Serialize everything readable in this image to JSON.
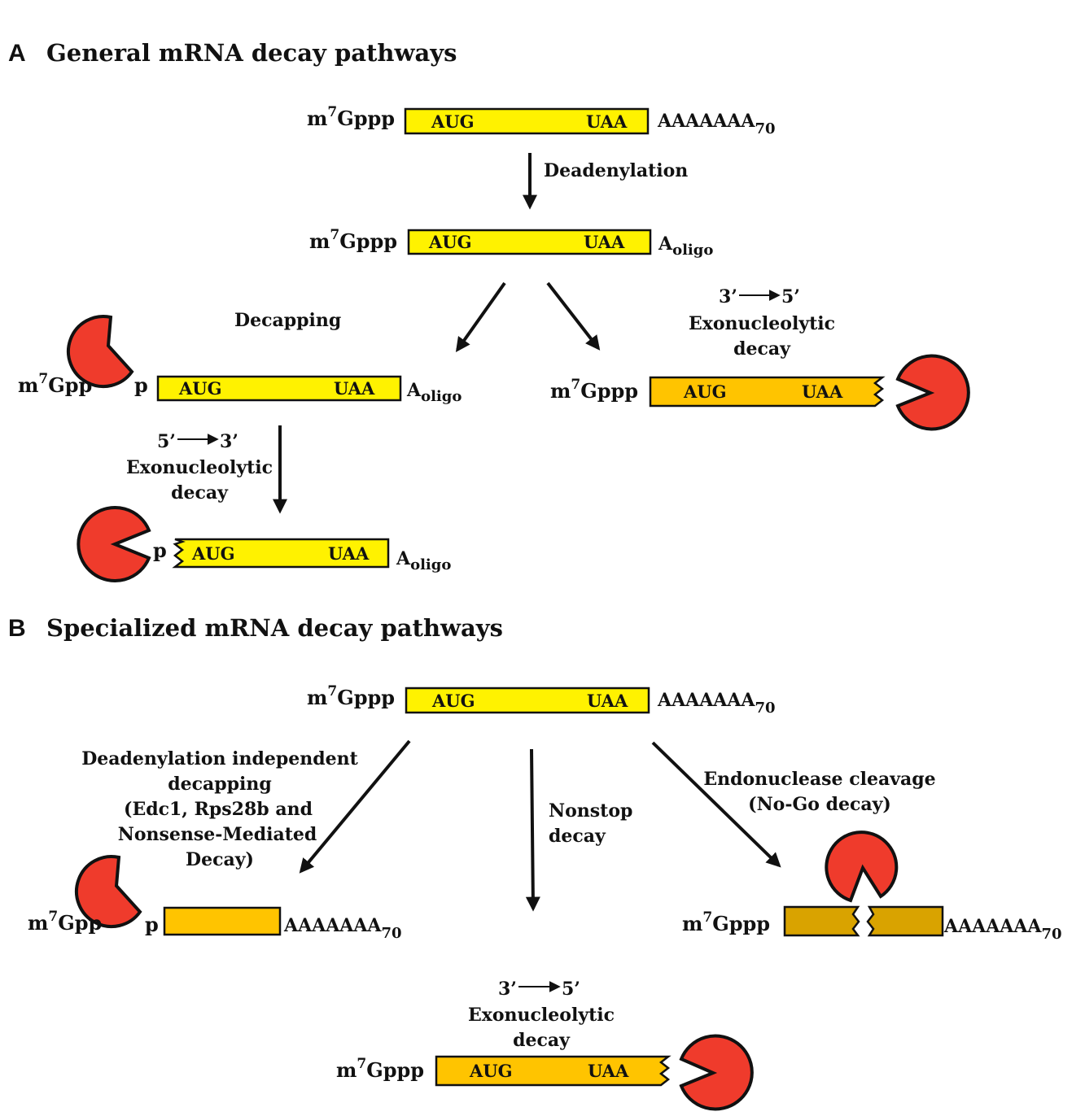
{
  "colors": {
    "yellow": "#FFF200",
    "orange": "#FFC400",
    "dark_orange": "#D9A300",
    "pacman": "#EF3B2C"
  },
  "panel_a": {
    "letter": "A",
    "title": "General mRNA decay pathways",
    "cap": "m",
    "cap_sup": "7",
    "cap_rest": "Gppp",
    "cap_decapped": "Gpp",
    "phosphate": "p",
    "start_codon": "AUG",
    "stop_codon": "UAA",
    "polya": "AAAAAAA",
    "polya_sub": "70",
    "oligo_a": "A",
    "oligo_sub": "oligo",
    "deadenylation": "Deadenylation",
    "decapping": "Decapping",
    "dir_53_from": "5’",
    "dir_53_to": "3’",
    "dir_35_from": "3’",
    "dir_35_to": "5’",
    "exo_line1": "Exonucleolytic",
    "exo_line2": "decay"
  },
  "panel_b": {
    "letter": "B",
    "title": "Specialized mRNA decay pathways",
    "dai_lines": [
      "Deadenylation independent",
      "decapping",
      "(Edc1, Rps28b and",
      "Nonsense-Mediated",
      "Decay)"
    ],
    "nonstop_lines": [
      "Nonstop",
      "decay"
    ],
    "endo_lines": [
      "Endonuclease cleavage",
      "(No-Go decay)"
    ],
    "exo_line1": "Exonucleolytic",
    "exo_line2": "decay"
  }
}
